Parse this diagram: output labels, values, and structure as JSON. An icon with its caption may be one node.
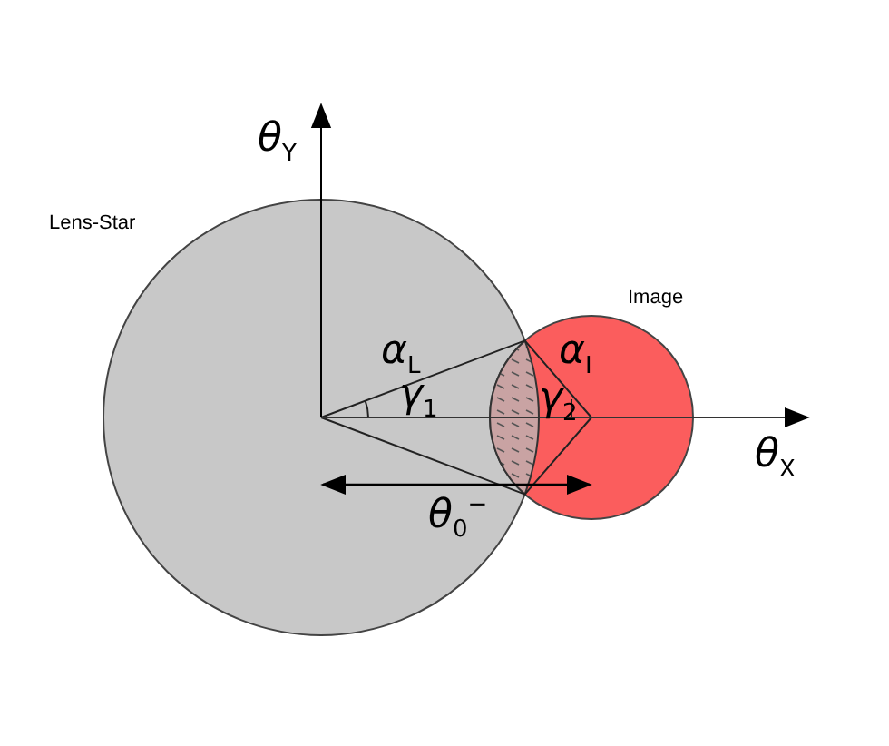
{
  "diagram": {
    "nodes": [
      {
        "text": [
          "Lens-Star"
        ]
      },
      {
        "text": [
          "Image"
        ]
      }
    ],
    "labels": [
      "θ$_{Y}$",
      "θ$_{X}$",
      "α$_{L}$",
      "γ$_{1}$",
      "α$_{I}$",
      "γ$_{2}$",
      "θ$_{0}$$^{−}$"
    ]
  }
}
